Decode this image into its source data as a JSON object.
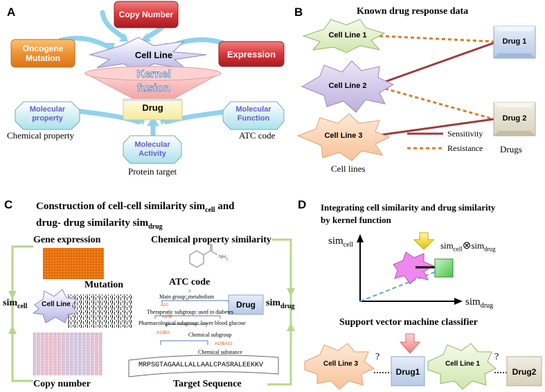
{
  "panel_a": {
    "letter": "A",
    "copy_number": "Copy Number",
    "oncogene_mutation": "Oncogene Mutation",
    "expression": "Expression",
    "cell_line": "Cell Line",
    "kernel_fusion": "Kernel fusion",
    "drug": "Drug",
    "molecular_property": "Molecular property",
    "molecular_function": "Molecular Function",
    "molecular_activity": "Molecular Activity",
    "chemical_property": "Chemical property",
    "atc_code": "ATC code",
    "protein_target": "Protein target"
  },
  "panel_b": {
    "letter": "B",
    "title": "Known drug response data",
    "cell_lines": [
      "Cell Line 1",
      "Cell Line 2",
      "Cell Line 3"
    ],
    "drugs": [
      "Drug 1",
      "Drug 2"
    ],
    "legend_sensitivity": "Sensitivity",
    "legend_resistance": "Resistance",
    "label_cell_lines": "Cell lines",
    "label_drugs": "Drugs",
    "colors": {
      "sensitivity": "#9e3a3a",
      "resistance": "#e07a1f"
    }
  },
  "panel_c": {
    "letter": "C",
    "title_line1": "Construction of cell-cell similarity sim",
    "title_sub1": "cell",
    "title_mid": " and",
    "title_line2": "drug- drug similarity sim",
    "title_sub2": "drug",
    "gene_expression": "Gene expression",
    "mutation": "Mutation",
    "copy_number": "Copy number",
    "sim": "sim",
    "sim_cell_sub": "cell",
    "sim_drug_sub": "drug",
    "cell_line": "Cell Line",
    "drug": "Drug",
    "chemical_property_similarity": "Chemical property similarity",
    "atc_code": "ATC code",
    "target_sequence": "Target Sequence",
    "sequence": "MRPSGTAGAALLALLAALCPASRALEEKKV",
    "nh2": "NH",
    "nh2_sub": "2",
    "atc_tree": {
      "a": "A",
      "main": "Main group: metabolism",
      "a10": "A10",
      "therapeutic": "Therapeutic subgroup: used in diabetes",
      "a10b": "A10B",
      "pharma": "Pharmacological subgroup: lower blood glucose",
      "a10ba": "A10BA",
      "chemical_sub": "Chemical subgroup",
      "a10ba02": "A10BA02",
      "chemical_substance": "Chemical substance"
    }
  },
  "panel_d": {
    "letter": "D",
    "title_line1": "Integrating cell similarity and drug similarity",
    "title_line2": "by kernel function",
    "sim": "sim",
    "cell_sub": "cell",
    "drug_sub": "drug",
    "otimes": "⊗",
    "svm": "Support vector machine classifier",
    "cell_line3": "Cell Line 3",
    "cell_line1": "Cell Line 1",
    "drug1": "Drug1",
    "drug2": "Drug2",
    "question": "?"
  }
}
